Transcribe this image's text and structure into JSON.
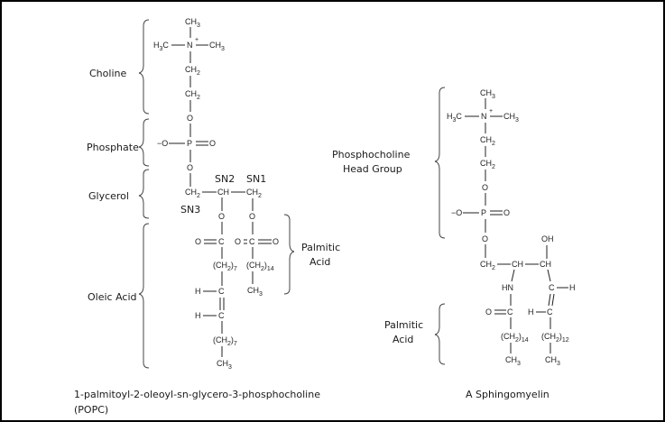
{
  "popc": {
    "regions": {
      "choline": "Choline",
      "phosphate": "Phosphate",
      "glycerol": "Glycerol",
      "oleic_acid": "Oleic Acid",
      "palmitic_acid_line1": "Palmitic",
      "palmitic_acid_line2": "Acid"
    },
    "positions": {
      "sn1": "SN1",
      "sn2": "SN2",
      "sn3": "SN3"
    },
    "caption_line1": "1-palmitoyl-2-oleoyl-sn-glycero-3-phosphocholine",
    "caption_line2": "(POPC)"
  },
  "sphingomyelin": {
    "regions": {
      "head_line1": "Phosphocholine",
      "head_line2": "Head Group",
      "palmitic_line1": "Palmitic",
      "palmitic_line2": "Acid"
    },
    "caption": "A Sphingomyelin"
  },
  "atoms": {
    "ch3": "CH",
    "h3c": "H",
    "c3": "C",
    "n": "N",
    "plus": "+",
    "ch2": "CH",
    "ch": "CH",
    "c": "C",
    "o": "O",
    "p": "P",
    "minus": "−",
    "h": "H",
    "oh": "OH",
    "hn": "HN",
    "sub2": "2",
    "sub3": "3",
    "sub7": "7",
    "sub12": "12",
    "sub14": "14"
  }
}
